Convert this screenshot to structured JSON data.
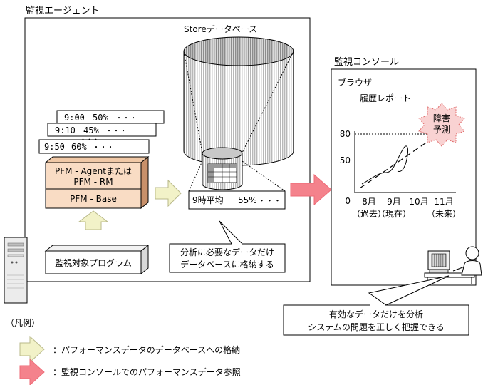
{
  "agent_title": "監視エージェント",
  "store_title": "Storeデータベース",
  "console_title": "監視コンソール",
  "data_rows": [
    {
      "time": "9:00",
      "value": "50%",
      "tail": "・・・"
    },
    {
      "time": "9:10",
      "value": "45%",
      "tail": "・・・"
    },
    {
      "time": "9:50",
      "value": "60%",
      "tail": "・・・"
    }
  ],
  "rows_ellipsis": "・・・",
  "pfm_box": {
    "line1": "PFM - Agentまたは",
    "line2": "PFM - RM",
    "line3": "PFM - Base"
  },
  "monitored_program": "監視対象プログラム",
  "hourly_avg": {
    "label": "9時平均",
    "value": "55%",
    "tail": "・・・"
  },
  "callout_analysis": {
    "line1": "分析に必要なデータだけ",
    "line2": "データベースに格納する"
  },
  "browser": {
    "label": "ブラウザ",
    "report_title": "履歴レポート",
    "burst_line1": "障害",
    "burst_line2": "予測",
    "y_ticks": [
      "80",
      "50",
      "0"
    ],
    "x_ticks": [
      {
        "month": "8月",
        "note": "（過去）"
      },
      {
        "month": "9月",
        "note": "（現在）"
      },
      {
        "month": "10月",
        "note": ""
      },
      {
        "month": "11月",
        "note": "（未来）"
      }
    ]
  },
  "callout_console": {
    "line1": "有効なデータだけを分析",
    "line2": "システムの問題を正しく把握できる"
  },
  "legend": {
    "title": "（凡例）",
    "items": [
      {
        "label": "：パフォーマンスデータのデータベースへの格納",
        "color": "#f2f2c8"
      },
      {
        "label": "：監視コンソールでのパフォーマンスデータ参照",
        "color": "#f4828c"
      }
    ]
  }
}
